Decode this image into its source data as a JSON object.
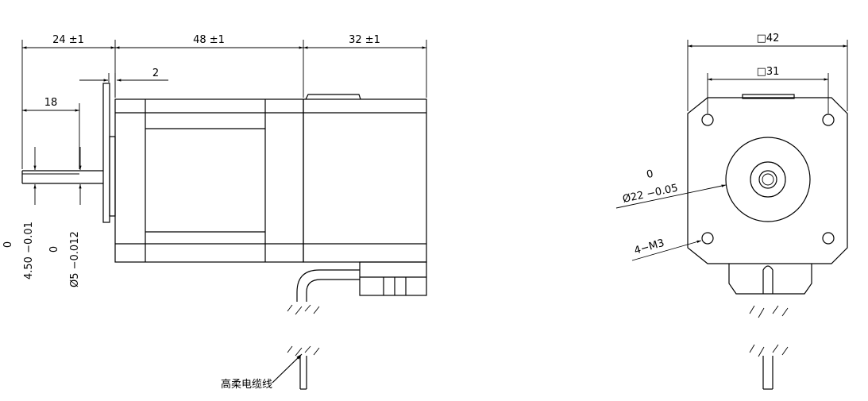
{
  "side_view": {
    "dim_shaft_length": "24 ±1",
    "dim_body_length": "48 ±1",
    "dim_rear_length": "32 ±1",
    "dim_flange_thickness": "2",
    "dim_flat_length": "18",
    "dim_flat_tol_upper": "0",
    "dim_flat_value": "4.50 −0.01",
    "dim_shaft_tol_upper": "0",
    "dim_shaft_value": "Ø5 −0.012",
    "cable_label": "高柔电缆线"
  },
  "front_view": {
    "dim_outer_square": "□42",
    "dim_hole_spacing": "□31",
    "dim_boss_tol_upper": "0",
    "dim_boss_value": "Ø22 −0.05",
    "dim_holes": "4−M3"
  }
}
